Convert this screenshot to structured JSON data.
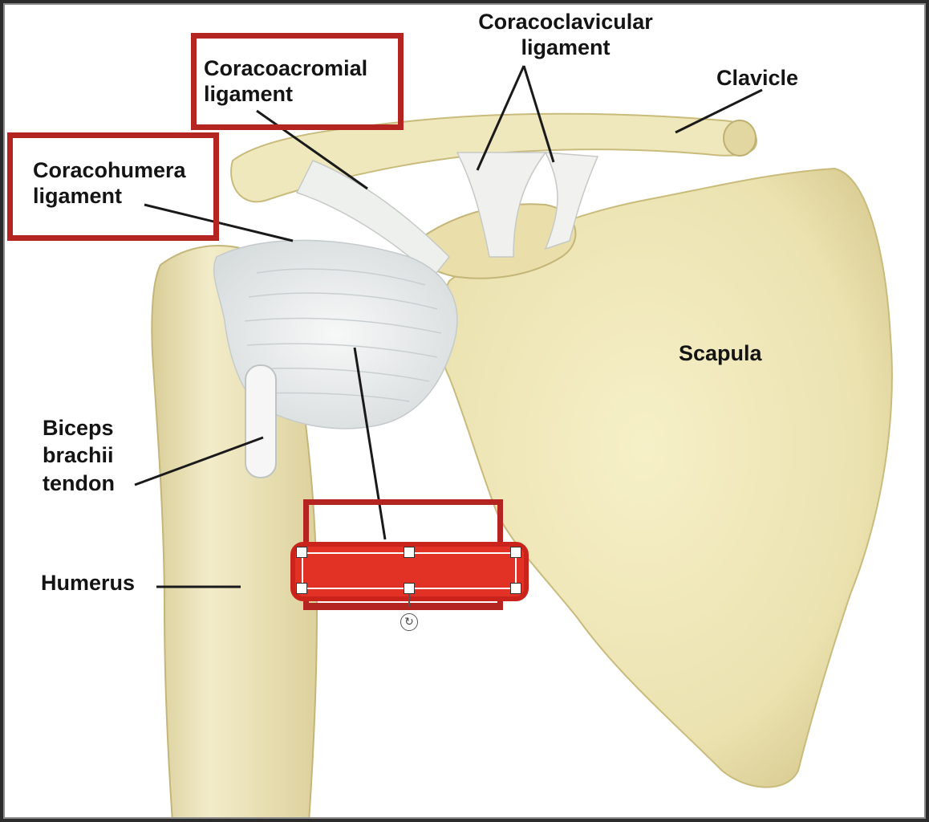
{
  "labels": {
    "coracoclavicular": "Coracoclavicular\nligament",
    "clavicle": "Clavicle",
    "coracoacromial": "Coracoacromial\nligament",
    "coracohumeral": "Coracohumera\nligament",
    "scapula": "Scapula",
    "biceps": "Biceps\nbrachii\ntendon",
    "humerus": "Humerus"
  },
  "colors": {
    "bone": "#ede5b6",
    "bone_shadow": "#d6c98a",
    "ligament": "#eef0ef",
    "highlight_box": "#b42421",
    "fill_shape": "#e23226"
  },
  "icons": {
    "rotate_handle": "rotate-icon"
  },
  "rotate_glyph": "↻"
}
